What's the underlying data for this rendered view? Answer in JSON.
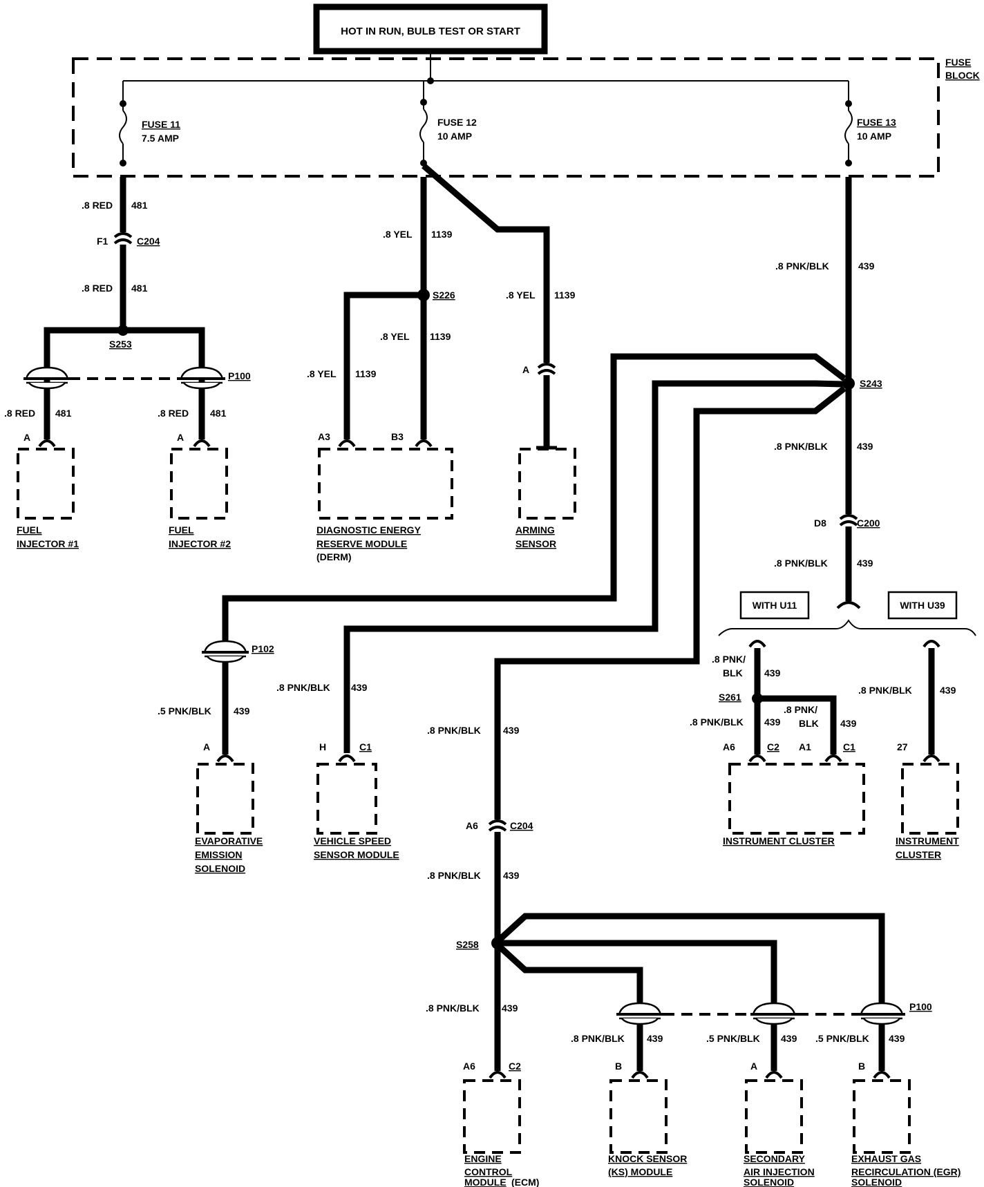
{
  "header": {
    "text": "HOT IN RUN, BULB TEST OR START"
  },
  "fuse_block": {
    "line1": "FUSE",
    "line2": "BLOCK"
  },
  "fuses": [
    {
      "name": "FUSE 11",
      "rating": "7.5 AMP"
    },
    {
      "name": "FUSE 12",
      "rating": "10 AMP"
    },
    {
      "name": "FUSE 13",
      "rating": "10 AMP"
    }
  ],
  "wires": {
    "red": ".8 RED",
    "c481": "481",
    "yel": ".8 YEL",
    "c1139": "1139",
    "pnkblk8": ".8 PNK/BLK",
    "pnkblk5": ".5 PNK/BLK",
    "c439": "439",
    "pnk8a": ".8 PNK/",
    "blk": "BLK"
  },
  "connectors": {
    "c204": "C204",
    "f1": "F1",
    "s253": "S253",
    "p100": "P100",
    "s226": "S226",
    "s243": "S243",
    "c200": "C200",
    "d8": "D8",
    "p102": "P102",
    "s261": "S261",
    "s258": "S258",
    "a6": "A6",
    "c2": "C2",
    "c1": "C1",
    "a1": "A1",
    "a3": "A3",
    "b3": "B3",
    "a": "A",
    "b": "B",
    "h": "H",
    "n27": "27"
  },
  "options": {
    "u11": "WITH U11",
    "u39": "WITH U39"
  },
  "components": {
    "inj1": [
      "FUEL",
      "INJECTOR #1"
    ],
    "inj2": [
      "FUEL",
      "INJECTOR #2"
    ],
    "derm": [
      "DIAGNOSTIC ENERGY",
      "RESERVE MODULE",
      "(DERM)"
    ],
    "arming": [
      "ARMING",
      "SENSOR"
    ],
    "evap": [
      "EVAPORATIVE",
      "EMISSION",
      "SOLENOID"
    ],
    "vss": [
      "VEHICLE SPEED",
      "SENSOR MODULE"
    ],
    "cluster1": [
      "INSTRUMENT CLUSTER"
    ],
    "cluster2": [
      "INSTRUMENT",
      "CLUSTER"
    ],
    "ecm": [
      "ENGINE",
      "CONTROL",
      "MODULE",
      "(ECM)"
    ],
    "ks": [
      "KNOCK SENSOR",
      "(KS) MODULE"
    ],
    "air": [
      "SECONDARY",
      "AIR INJECTION",
      "SOLENOID"
    ],
    "egr": [
      "EXHAUST GAS",
      "RECIRCULATION (EGR)",
      "SOLENOID"
    ]
  }
}
